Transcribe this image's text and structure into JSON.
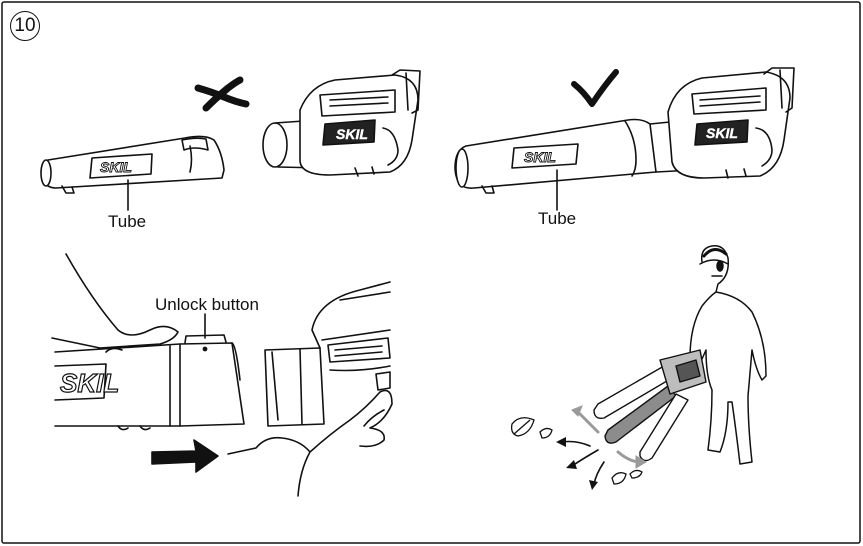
{
  "step": {
    "number": "10"
  },
  "labels": {
    "tube_wrong": "Tube",
    "tube_right": "Tube",
    "unlock_button": "Unlock button"
  },
  "brand": {
    "text": "SKIL",
    "text_partial": "SKIL"
  },
  "icons": {
    "wrong": "cross-mark-icon",
    "right": "check-mark-icon"
  },
  "colors": {
    "line": "#111111",
    "arrow_gray": "#9a9a9a",
    "tube_gray": "#8c8c8c",
    "bg": "#ffffff"
  }
}
